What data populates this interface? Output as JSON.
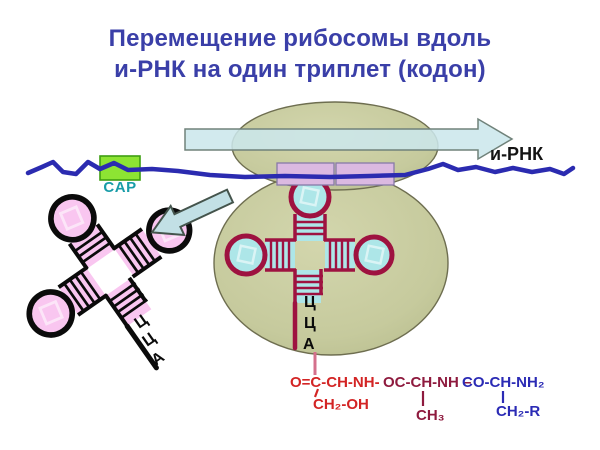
{
  "title": {
    "line1": "Перемещение рибосомы вдоль",
    "line2": "и-РНК на один триплет (кодон)"
  },
  "labels": {
    "mrna": "и-РНК",
    "cap": "CAP"
  },
  "trna_center": {
    "anticodon": [
      "Ц",
      "Ц",
      "А"
    ]
  },
  "trna_left": {
    "anticodon": [
      "Ц",
      "Ц",
      "А"
    ]
  },
  "formula": {
    "row1": [
      {
        "text": "O=C-CH-NH-",
        "color": "#D32424"
      },
      {
        "text": "OC-CH-NH –",
        "color": "#8E1A3E"
      },
      {
        "text": "CO-CH-NH₂",
        "color": "#2B2BB5"
      }
    ],
    "row2": [
      {
        "text": "CH₂-OH",
        "color": "#D32424"
      },
      {
        "text": "CH₃",
        "color": "#8E1A3E"
      },
      {
        "text": "CH₂-R",
        "color": "#2B2BB5"
      }
    ]
  },
  "colors": {
    "title_text": "#3A3FA8",
    "ribosome_fill": "#C7CBA0",
    "ribosome_stroke": "#6E6E50",
    "mrna_line": "#2B2BB0",
    "cap_box": "#8DE433",
    "cap_text": "#189CA8",
    "codon_box": "#DBB9E1",
    "big_arrow_fill": "#CBE7EC",
    "small_arrow_fill": "#C2E0E5",
    "trna_center_stroke": "#9E1240",
    "trna_center_fill": "#ADE6E8",
    "trna_left_stroke": "#0B0B0B",
    "trna_left_fill": "#F9C6F0",
    "peptide_connector": "#D4708C",
    "formula_red": "#D32424",
    "formula_maroon": "#8E1A3E",
    "formula_blue": "#2B2BB5"
  }
}
